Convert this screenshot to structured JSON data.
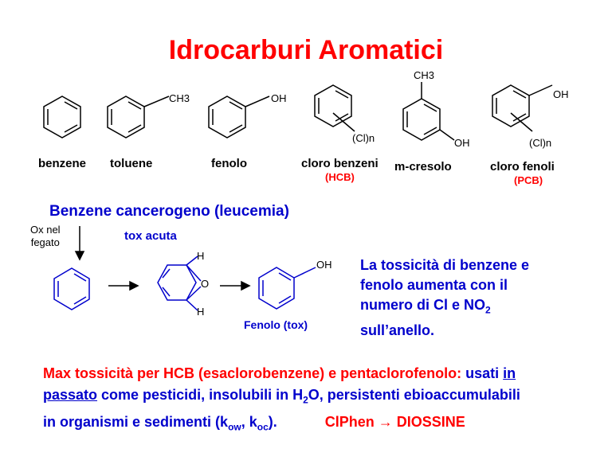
{
  "title": "Idrocarburi Aromatici",
  "structures": {
    "toluene_sub": "CH3",
    "fenolo_sub": "OH",
    "clorobenzeni_sub": "(Cl)n",
    "mcresolo_top": "CH3",
    "mcresolo_bottom": "OH",
    "clorofenoli_top": "OH",
    "clorofenoli_sub": "(Cl)n"
  },
  "labels": {
    "benzene": "benzene",
    "toluene": "toluene",
    "fenolo": "fenolo",
    "cloro_benzeni": "cloro benzeni",
    "hcb": "(HCB)",
    "m_cresolo": "m-cresolo",
    "cloro_fenoli": "cloro fenoli",
    "pcb": "(PCB)"
  },
  "section": {
    "heading": "Benzene cancerogeno (leucemia)",
    "ox_line1": "Ox nel",
    "ox_line2": "fegato",
    "tox_acuta": "tox acuta",
    "epoxide_h_top": "H",
    "epoxide_o": "O",
    "epoxide_h_bottom": "H",
    "phenol_oh": "OH",
    "fenolo_tox": "Fenolo (tox)"
  },
  "note": {
    "line1": "La tossicità di benzene e",
    "line2": "fenolo aumenta con il",
    "line3": "numero di Cl e NO",
    "line3_sub": "2",
    "line4": "sull’anello."
  },
  "paragraph": {
    "red_part": "Max tossicità per HCB (esaclorobenzene) e pentaclorofenolo:",
    "usati": " usati ",
    "in": "in",
    "passato": "passato",
    "rest1": " come pesticidi, insolubili in H",
    "h2o_sub": "2",
    "rest1b": "O, persistenti ebioaccumulabili",
    "rest2": "in organismi e sedimenti (k",
    "kow_sub": "ow",
    "comma": ", k",
    "koc_sub": "oc",
    "close": ").",
    "clphen": "ClPhen → DIOSSINE"
  },
  "colors": {
    "title": "#ff0000",
    "blue": "#0000cc",
    "black": "#000000"
  }
}
